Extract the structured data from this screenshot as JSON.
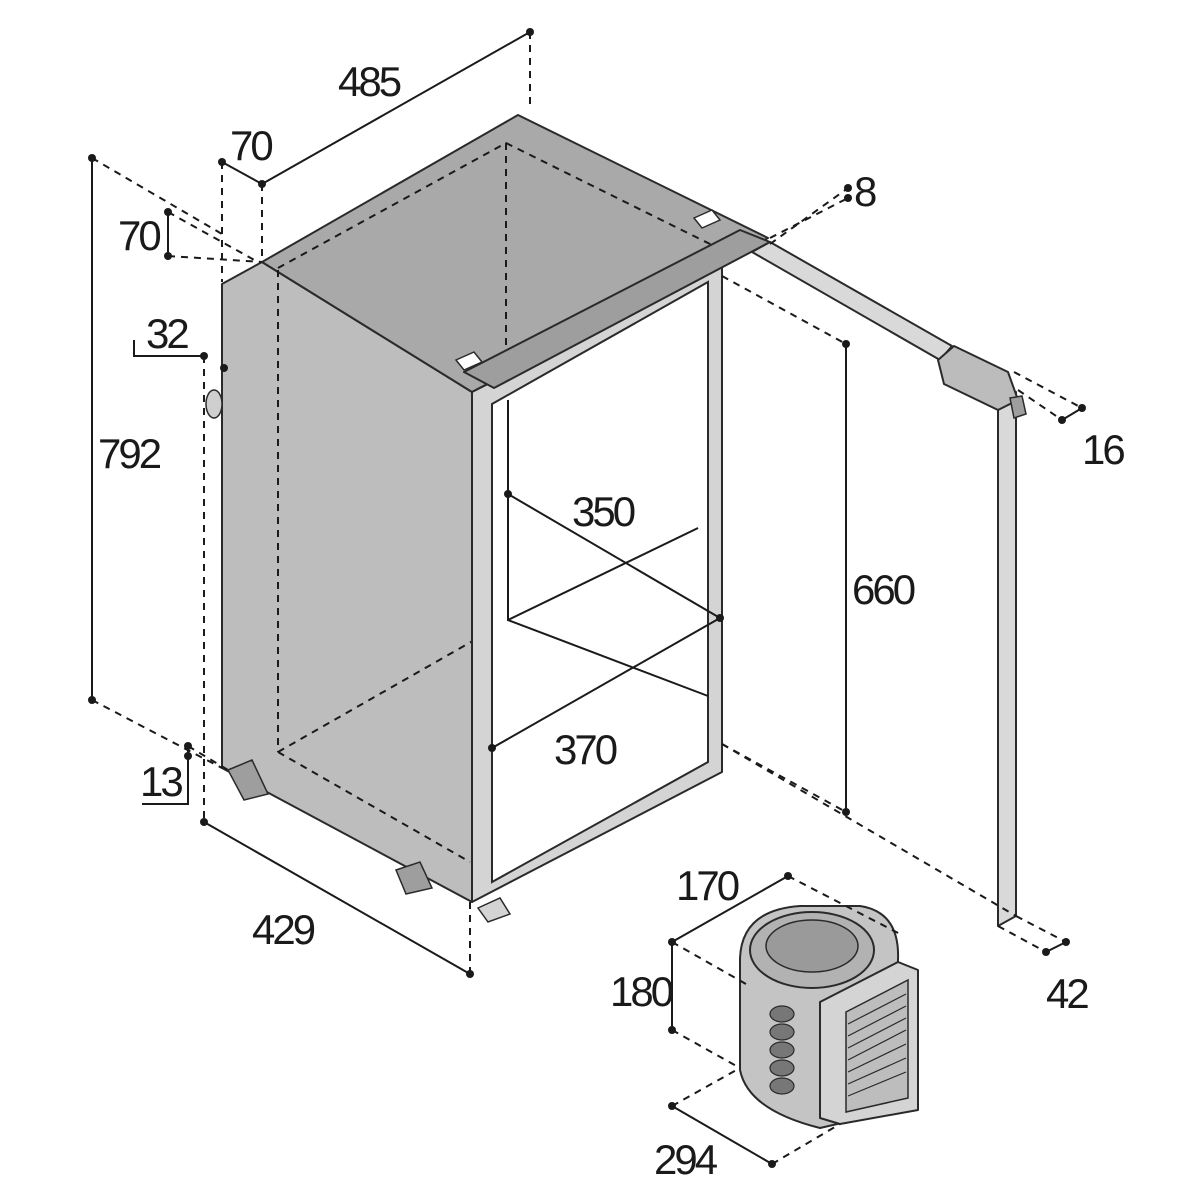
{
  "dimensions": {
    "d485": "485",
    "d70_top": "70",
    "d70_left": "70",
    "d8": "8",
    "d32": "32",
    "d792": "792",
    "d16": "16",
    "d350": "350",
    "d660": "660",
    "d370": "370",
    "d13": "13",
    "d429": "429",
    "d170": "170",
    "d42": "42",
    "d180": "180",
    "d294": "294"
  },
  "colors": {
    "top_panel": "#a9a9a9",
    "side_panel": "#bdbdbd",
    "frame": "#d4d4d4",
    "frame_dark": "#9e9e9e",
    "door": "#d9d9d9",
    "compressor": "#c4c4c4",
    "compressor_dark": "#8a8a8a",
    "line": "#1a1a1a"
  }
}
